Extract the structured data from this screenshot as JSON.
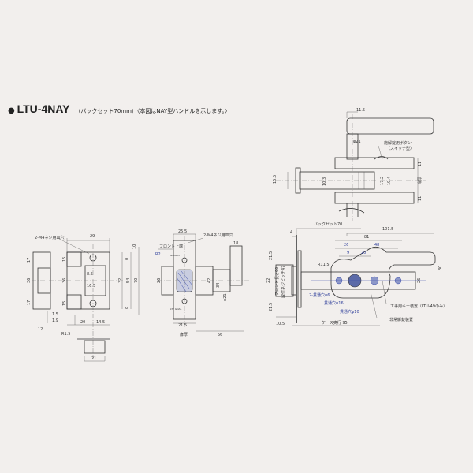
{
  "title": {
    "bullet": "●",
    "model": "LTU-4NAY",
    "subtitle": "（バックセット70mm）〈本図はNAY型ハンドルを示します。〉"
  },
  "top_view": {
    "d_11_5": "11.5",
    "phi21": "φ21",
    "button_label_1": "施解錠用ボタン",
    "button_label_2": "（スイッチ型）",
    "d_15_5": "15.5",
    "d_103": "10.3",
    "d_172": "17.2",
    "d_194": "19.4",
    "d_11a": "11",
    "d_11b": "11",
    "door_thickness": "扉厚"
  },
  "strike": {
    "screw_holes": "2-M4ネジ用皿穴",
    "d_29": "29",
    "d_17a": "17",
    "d_17b": "17",
    "d_36a": "36",
    "d_36b": "36",
    "d_15a": "15",
    "d_15b": "15",
    "d_8_5": "8.5",
    "d_16_5": "16.5",
    "d_32": "32",
    "d_54": "54",
    "d_70": "70",
    "d_10": "10",
    "d_8a": "8",
    "d_8b": "8",
    "d_1_5": "1.5",
    "d_1_9": "1.9",
    "d_12": "12",
    "d_20": "20",
    "d_14_5": "14.5",
    "r1_5": "R1.5",
    "d_21": "21"
  },
  "front_view": {
    "front_top": "フロント上端",
    "screw_holes": "2-M4ネジ用皿穴",
    "d_25_5": "25.5",
    "r2": "R2",
    "d_26": "26",
    "d_18": "18",
    "d_42": "42",
    "d_34": "34",
    "phi21": "φ21",
    "d_21_5": "21.5",
    "door_thickness": "扉厚",
    "d_56": "56",
    "brand_top": "GOAL LTY",
    "brand_bottom": "LTY GOAL"
  },
  "side_view": {
    "front_length": "フロント長さ90",
    "screw_pitch": "取付ネジピッチ47",
    "d_21_5a": "21.5",
    "d_22": "22",
    "d_21_5b": "21.5",
    "d_4": "4",
    "backset": "バックセット70",
    "d_101_5": "101.5",
    "d_81": "81",
    "d_26": "26",
    "d_48": "48",
    "d_9": "9",
    "d_20": "20",
    "r11_5": "R11.5",
    "d_30": "30",
    "d_26b": "26",
    "hole_2x6": "2-貫通穴φ6",
    "hole_16": "貫通穴φ16",
    "hole_10": "貫通穴φ10",
    "construction_key": "工事用キー装置（LTU-49のみ）",
    "emergency": "非常解錠装置",
    "d_10_5": "10.5",
    "case_depth": "ケース奥行 95"
  }
}
